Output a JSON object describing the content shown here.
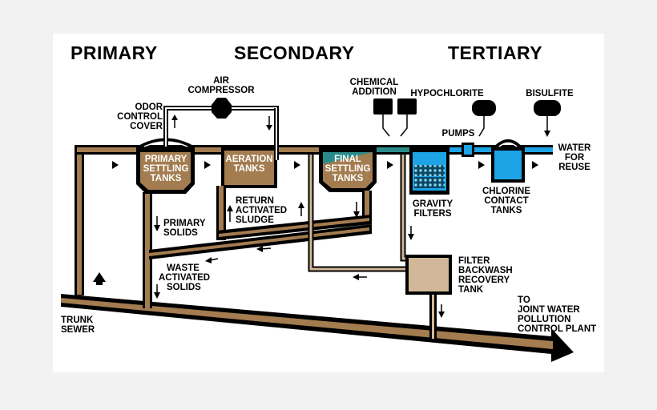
{
  "headers": {
    "primary": "PRIMARY",
    "secondary": "SECONDARY",
    "tertiary": "TERTIARY"
  },
  "labels": {
    "air_compressor": [
      "AIR",
      "COMPRESSOR"
    ],
    "odor_control_cover": [
      "ODOR",
      "CONTROL",
      "COVER"
    ],
    "chemical_addition": [
      "CHEMICAL",
      "ADDITION"
    ],
    "hypochlorite": "HYPOCHLORITE",
    "bisulfite": "BISULFITE",
    "pumps": "PUMPS",
    "water_for_reuse": [
      "WATER",
      "FOR",
      "REUSE"
    ],
    "primary_settling_tanks": [
      "PRIMARY",
      "SETTLING",
      "TANKS"
    ],
    "aeration_tanks": [
      "AERATION",
      "TANKS"
    ],
    "final_settling_tanks": [
      "FINAL",
      "SETTLING",
      "TANKS"
    ],
    "gravity_filters": [
      "GRAVITY",
      "FILTERS"
    ],
    "chlorine_contact_tanks": [
      "CHLORINE",
      "CONTACT",
      "TANKS"
    ],
    "primary_solids": [
      "PRIMARY",
      "SOLIDS"
    ],
    "return_activated_sludge": [
      "RETURN",
      "ACTIVATED",
      "SLUDGE"
    ],
    "waste_activated_solids": [
      "WASTE",
      "ACTIVATED",
      "SOLIDS"
    ],
    "filter_backwash_recovery_tank": [
      "FILTER",
      "BACKWASH",
      "RECOVERY",
      "TANK"
    ],
    "trunk_sewer": [
      "TRUNK",
      "SEWER"
    ],
    "joint_plant": [
      "TO",
      "JOINT WATER",
      "POLLUTION",
      "CONTROL PLANT"
    ]
  },
  "colors": {
    "brown": "#a37c50",
    "teal": "#2a8c8a",
    "blue": "#1ca4e6",
    "tan": "#d2b899",
    "black": "#000000",
    "background": "#ffffff",
    "page": "#f2f2f2"
  }
}
